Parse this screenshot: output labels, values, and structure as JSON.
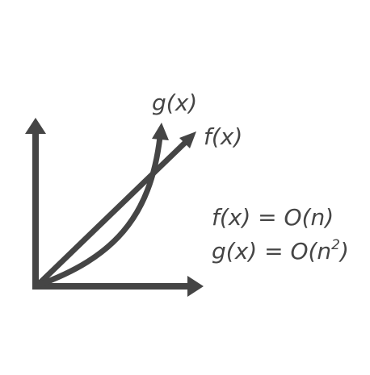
{
  "diagram": {
    "stroke_color": "#454545",
    "background": "#ffffff",
    "curves": [
      {
        "name": "g(x)",
        "label": "g(x)"
      },
      {
        "name": "f(x)",
        "label": "f(x)"
      }
    ],
    "equations": {
      "line1": "f(x) = O(n)",
      "line2_main": "g(x) = O(n",
      "line2_sup": "2",
      "line2_close": ")"
    }
  }
}
